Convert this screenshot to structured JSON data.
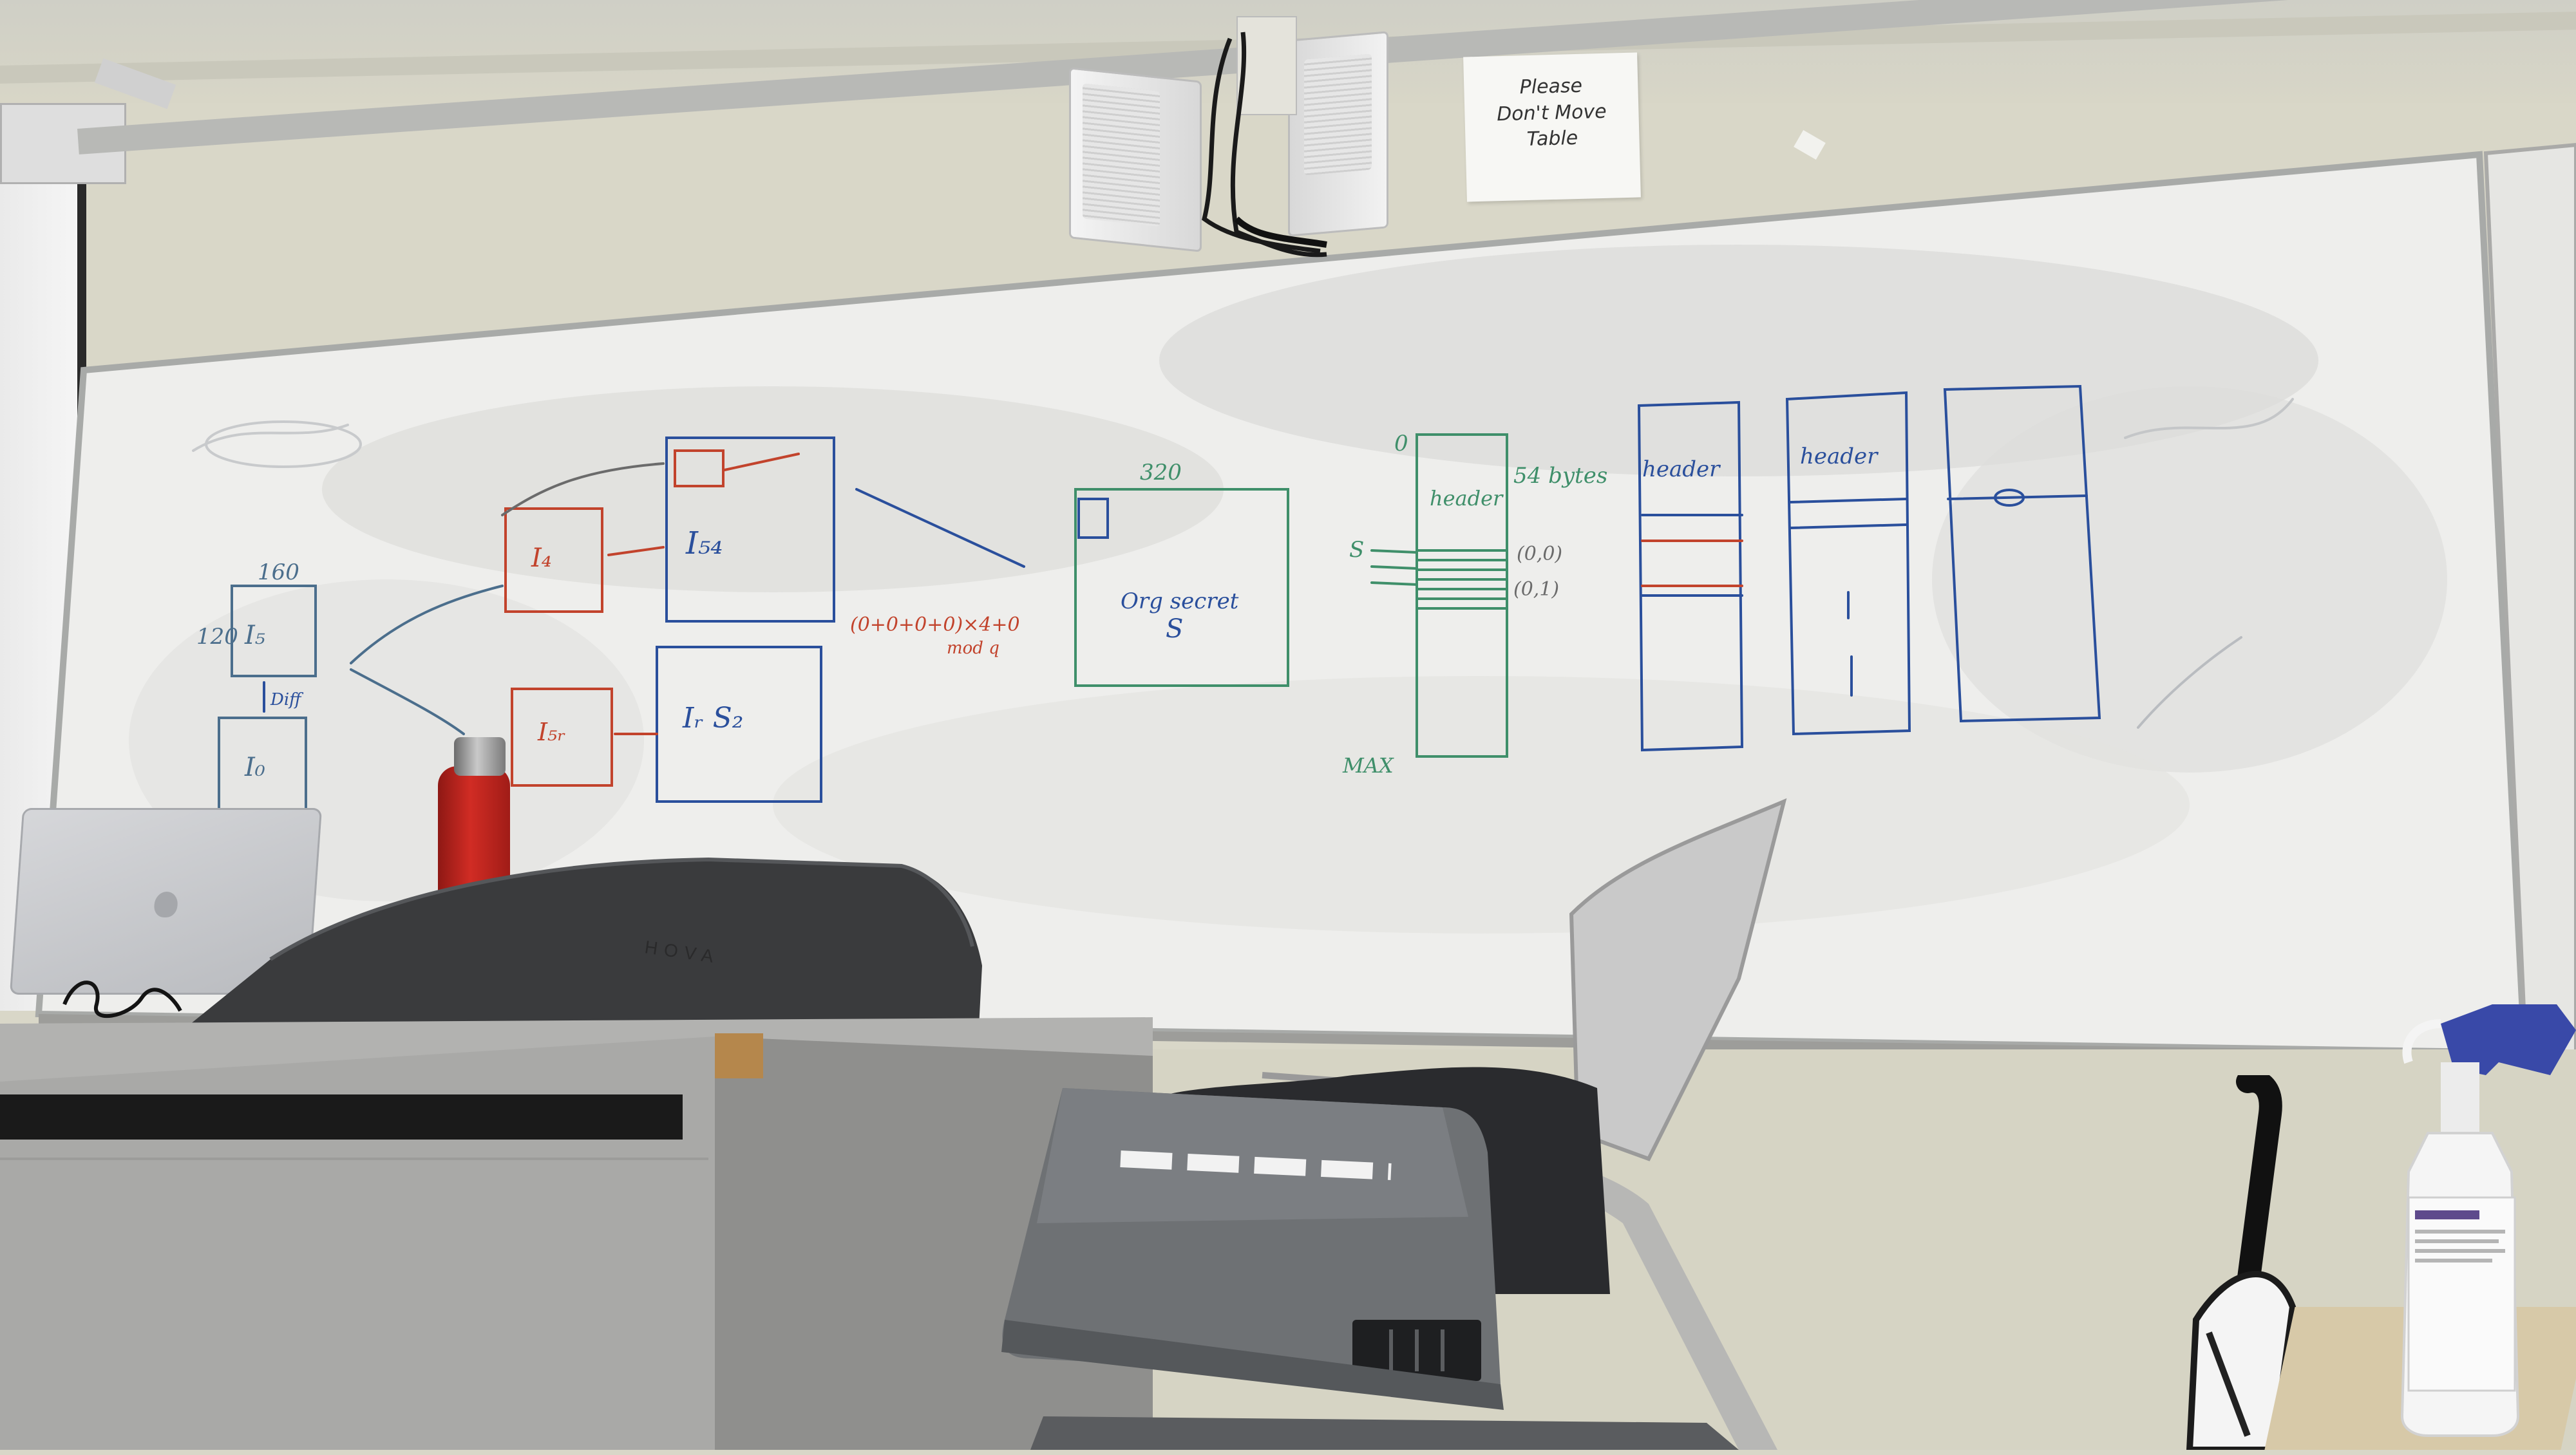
{
  "scene": "Classroom wall with a whiteboard covered in diagrams, speakers above, a lectern with a laptop and red bottle, a gray messenger bag on a chair, and a spray bottle on a table",
  "colors": {
    "wall": "#dcdac9",
    "whiteboard": "#eeeeec",
    "marker_green": "#3f8f6a",
    "marker_blue": "#2a4f9c",
    "marker_red": "#c2432c",
    "bottle_red": "#c0241e",
    "bag_gray": "#6e7174",
    "lectern_gray": "#b9b9b9"
  },
  "sign": {
    "line1": "Please",
    "line2": "Don't Move",
    "line3": "Table"
  },
  "whiteboard": {
    "labels": {
      "i4": "I₄",
      "i54": "I₅₄",
      "i5": "I₅",
      "i0": "I₀",
      "i5r": "I₅ᵣ",
      "i2s2": "Iᵣ S₂",
      "n160": "160",
      "n120": "120",
      "diff": "Diff",
      "n320": "320",
      "org_secret": "Org secret",
      "s_label": "S",
      "formula": "(0+0+0+0)×4+0",
      "mod_q": "mod q",
      "n0": "0",
      "header1": "header",
      "header2": "header",
      "header3": "header",
      "bytes": "54 bytes",
      "coord_00": "(0,0)",
      "coord_01": "(0,1)",
      "s_arrow": "S",
      "max": "MAX"
    }
  },
  "objects": {
    "laptop_logo": "apple-logo-icon",
    "lectern_brand": "HOVA"
  }
}
